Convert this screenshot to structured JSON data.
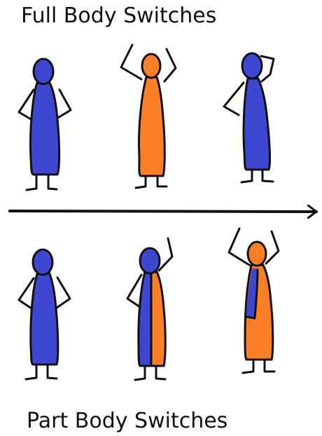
{
  "captions": {
    "top": "Full Body Switches",
    "bottom": "Part Body Switches"
  },
  "colors": {
    "blue": "#3f46cf",
    "orange": "#fb7f27",
    "outline": "#111111"
  },
  "figure_rows": [
    {
      "name": "full-body-switches",
      "figures": [
        {
          "pose": "hands-on-hips",
          "body_fill": "blue",
          "head_fill": "blue"
        },
        {
          "pose": "arms-raised",
          "body_fill": "orange",
          "head_fill": "orange"
        },
        {
          "pose": "hand-on-head",
          "body_fill": "blue",
          "head_fill": "blue"
        }
      ]
    },
    {
      "name": "part-body-switches",
      "figures": [
        {
          "pose": "hands-on-hips",
          "body_fill": "blue",
          "head_fill": "blue"
        },
        {
          "pose": "one-arm-raised",
          "body_fill": "blue-left-orange-right",
          "head_fill": "blue"
        },
        {
          "pose": "arms-raised",
          "body_fill": "orange-with-blue-patch",
          "head_fill": "orange"
        }
      ]
    }
  ],
  "arrow": {
    "direction": "right"
  }
}
